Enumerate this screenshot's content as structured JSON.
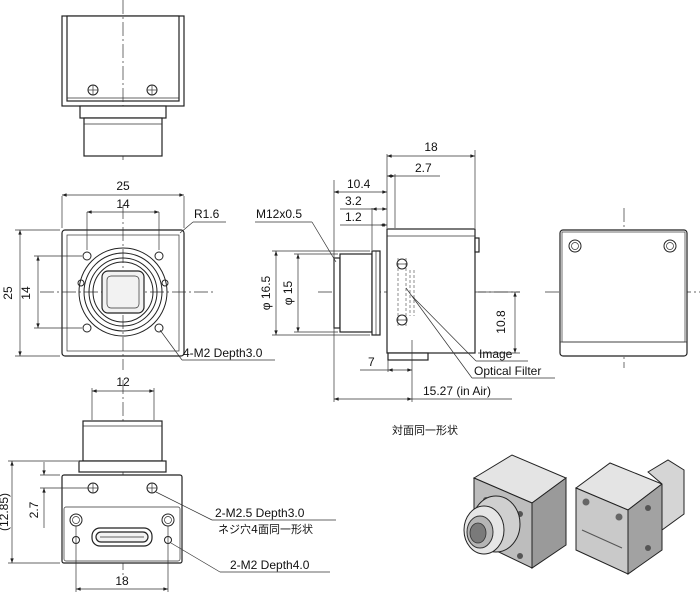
{
  "front": {
    "width": "25",
    "inner": "14",
    "height": "25",
    "inner_v": "14",
    "radius": "R1.6",
    "holes": "4-M2 Depth3.0"
  },
  "side": {
    "thread": "M12x0.5",
    "total": "18",
    "d104": "10.4",
    "d27": "2.7",
    "d32": "3.2",
    "d12": "1.2",
    "phi165": "φ 16.5",
    "phi15": "φ 15",
    "d108": "10.8",
    "d7": "7",
    "flange": "15.27 (in Air)",
    "image": "Image",
    "filter": "Optical Filter"
  },
  "back": {
    "note": "対面同一形状"
  },
  "bottom": {
    "d12": "12",
    "d1285": "(12.85)",
    "d27": "2.7",
    "d18": "18",
    "holes25": "2-M2.5 Depth3.0",
    "note": "ネジ穴4面同一形状",
    "holes2": "2-M2 Depth4.0"
  }
}
